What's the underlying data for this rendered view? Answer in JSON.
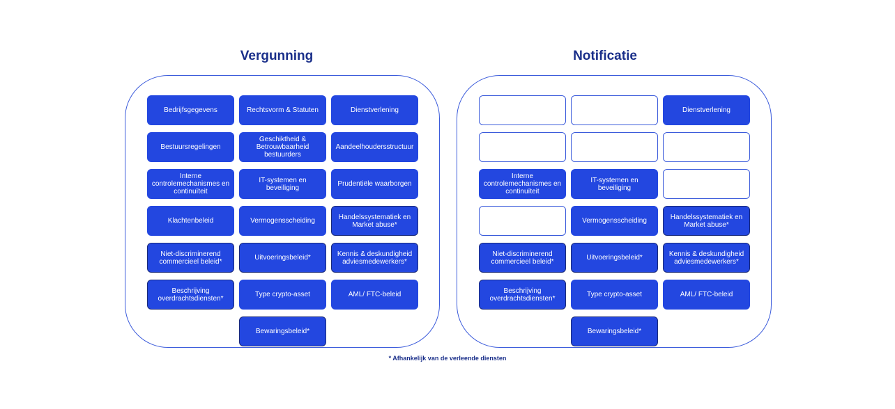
{
  "colors": {
    "fill": "#2347e0",
    "outline": "#3b5bdb",
    "title": "#1a2f8a",
    "star_border": "#1a2a7a"
  },
  "left": {
    "title": "Vergunning",
    "boxes": [
      {
        "label": "Bedrijfsgegevens",
        "state": "filled",
        "star": false
      },
      {
        "label": "Rechtsvorm & Statuten",
        "state": "filled",
        "star": false
      },
      {
        "label": "Dienstverlening",
        "state": "filled",
        "star": false
      },
      {
        "label": "Bestuursregelingen",
        "state": "filled",
        "star": false
      },
      {
        "label": "Geschiktheid &\nBetrouwbaarheid\nbestuurders",
        "state": "filled",
        "star": false
      },
      {
        "label": "Aandeelhoudersstructuur",
        "state": "filled",
        "star": false
      },
      {
        "label": "Interne\ncontrolemechanismes en\ncontinuïteit",
        "state": "filled",
        "star": false
      },
      {
        "label": "IT-systemen en\nbeveiliging",
        "state": "filled",
        "star": false
      },
      {
        "label": "Prudentiële waarborgen",
        "state": "filled",
        "star": false
      },
      {
        "label": "Klachtenbeleid",
        "state": "filled",
        "star": false
      },
      {
        "label": "Vermogensscheiding",
        "state": "filled",
        "star": false
      },
      {
        "label": "Handelssystematiek en\nMarket abuse*",
        "state": "filled",
        "star": true
      },
      {
        "label": "Niet-discriminerend\ncommercieel beleid*",
        "state": "filled",
        "star": true
      },
      {
        "label": "Uitvoeringsbeleid*",
        "state": "filled",
        "star": true
      },
      {
        "label": "Kennis & deskundigheid\nadviesmedewerkers*",
        "state": "filled",
        "star": true
      },
      {
        "label": "Beschrijving\noverdrachtsdiensten*",
        "state": "filled",
        "star": true
      },
      {
        "label": "Type crypto-asset",
        "state": "filled",
        "star": false
      },
      {
        "label": "AML/ FTC-beleid",
        "state": "filled",
        "star": false
      },
      {
        "label": "Bewaringsbeleid*",
        "state": "filled",
        "star": true
      }
    ]
  },
  "right": {
    "title": "Notificatie",
    "boxes": [
      {
        "label": "",
        "state": "empty",
        "star": false
      },
      {
        "label": "",
        "state": "empty",
        "star": false
      },
      {
        "label": "Dienstverlening",
        "state": "filled",
        "star": false
      },
      {
        "label": "",
        "state": "empty",
        "star": false
      },
      {
        "label": "",
        "state": "empty",
        "star": false
      },
      {
        "label": "",
        "state": "empty",
        "star": false
      },
      {
        "label": "Interne\ncontrolemechanismes en\ncontinuïteit",
        "state": "filled",
        "star": false
      },
      {
        "label": "IT-systemen en\nbeveiliging",
        "state": "filled",
        "star": false
      },
      {
        "label": "",
        "state": "empty",
        "star": false
      },
      {
        "label": "",
        "state": "empty",
        "star": false
      },
      {
        "label": "Vermogensscheiding",
        "state": "filled",
        "star": false
      },
      {
        "label": "Handelssystematiek en\nMarket abuse*",
        "state": "filled",
        "star": true
      },
      {
        "label": "Niet-discriminerend\ncommercieel beleid*",
        "state": "filled",
        "star": true
      },
      {
        "label": "Uitvoeringsbeleid*",
        "state": "filled",
        "star": true
      },
      {
        "label": "Kennis & deskundigheid\nadviesmedewerkers*",
        "state": "filled",
        "star": true
      },
      {
        "label": "Beschrijving\noverdrachtsdiensten*",
        "state": "filled",
        "star": true
      },
      {
        "label": "Type crypto-asset",
        "state": "filled",
        "star": false
      },
      {
        "label": "AML/ FTC-beleid",
        "state": "filled",
        "star": false
      },
      {
        "label": "Bewaringsbeleid*",
        "state": "filled",
        "star": true
      }
    ]
  },
  "footnote": "* Afhankelijk van de verleende diensten"
}
